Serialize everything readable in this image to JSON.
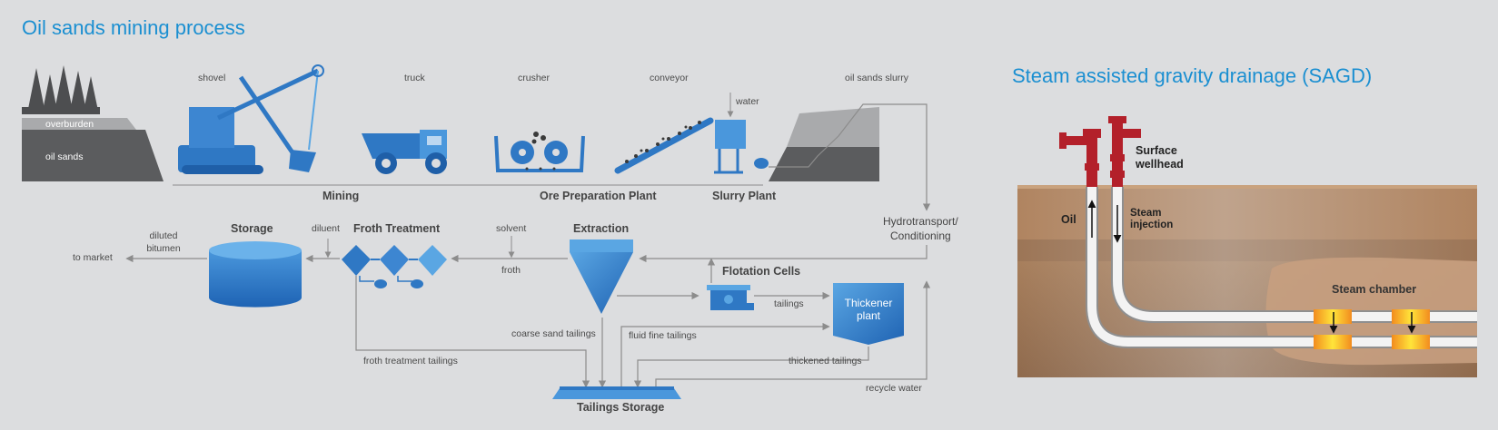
{
  "mining": {
    "title": "Oil sands mining process",
    "labels": {
      "overburden": "overburden",
      "oil_sands": "oil sands",
      "shovel": "shovel",
      "truck": "truck",
      "crusher": "crusher",
      "conveyor": "conveyor",
      "water": "water",
      "oil_sands_slurry": "oil sands slurry",
      "diluent": "diluent",
      "solvent": "solvent",
      "froth": "froth",
      "diluted_bitumen_1": "diluted",
      "diluted_bitumen_2": "bitumen",
      "to_market": "to market",
      "tailings": "tailings",
      "coarse_sand_tailings": "coarse sand tailings",
      "fluid_fine_tailings": "fluid fine tailings",
      "froth_treatment_tailings": "froth treatment tailings",
      "thickened_tailings": "thickened tailings",
      "recycle_water": "recycle water"
    },
    "stages": {
      "mining": "Mining",
      "ore_preparation_plant": "Ore Preparation Plant",
      "slurry_plant": "Slurry Plant",
      "hydrotransport_1": "Hydrotransport/",
      "hydrotransport_2": "Conditioning",
      "extraction": "Extraction",
      "froth_treatment": "Froth Treatment",
      "storage": "Storage",
      "flotation_cells": "Flotation Cells",
      "thickener_plant_1": "Thickener",
      "thickener_plant_2": "plant",
      "tailings_storage": "Tailings Storage"
    }
  },
  "sagd": {
    "title": "Steam assisted gravity drainage (SAGD)",
    "labels": {
      "surface_wellhead_1": "Surface",
      "surface_wellhead_2": "wellhead",
      "oil": "Oil",
      "steam_injection_1": "Steam",
      "steam_injection_2": "injection",
      "steam_chamber": "Steam chamber"
    }
  },
  "colors": {
    "accent": "#1b8fd1",
    "equipment_blue": "#2f78c4",
    "flow_line": "#8c8c8c",
    "wellhead_red": "#b3202a",
    "ground_brown": "#a87a53"
  },
  "icons": [
    "tree-icon",
    "shovel-icon",
    "truck-icon",
    "crusher-icon",
    "conveyor-icon",
    "slurry-tank-icon",
    "pump-icon",
    "cone-icon",
    "diamond-tank-icon",
    "storage-tank-icon",
    "flotation-icon",
    "thickener-icon",
    "tailings-pond-icon",
    "wellhead-icon",
    "pipe-icon"
  ]
}
